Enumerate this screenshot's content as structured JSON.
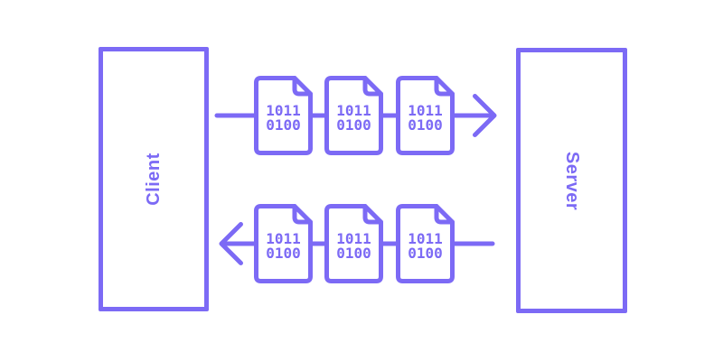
{
  "colors": {
    "accent": "#7C6AF5",
    "background": "#FFFFFF"
  },
  "nodes": {
    "client": {
      "label": "Client"
    },
    "server": {
      "label": "Server"
    }
  },
  "flows": {
    "to_server": {
      "direction": "left-to-right",
      "from": "Client",
      "to": "Server",
      "packets": [
        {
          "line1": "1011",
          "line2": "0100"
        },
        {
          "line1": "1011",
          "line2": "0100"
        },
        {
          "line1": "1011",
          "line2": "0100"
        }
      ]
    },
    "to_client": {
      "direction": "right-to-left",
      "from": "Server",
      "to": "Client",
      "packets": [
        {
          "line1": "1011",
          "line2": "0100"
        },
        {
          "line1": "1011",
          "line2": "0100"
        },
        {
          "line1": "1011",
          "line2": "0100"
        }
      ]
    }
  }
}
